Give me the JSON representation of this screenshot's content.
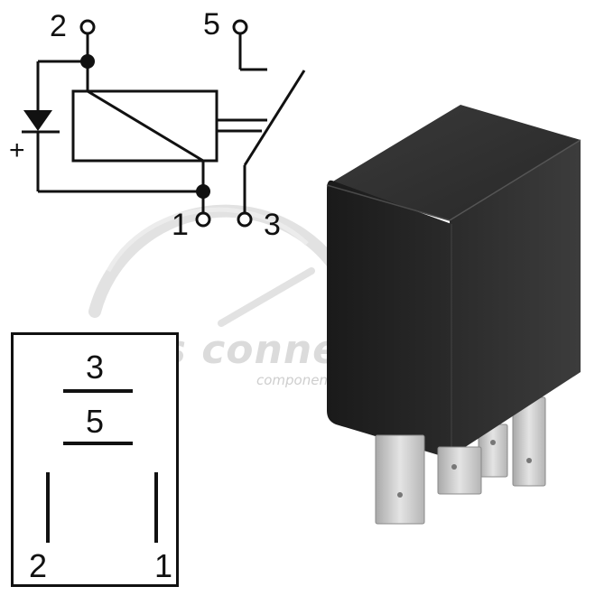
{
  "schematic": {
    "pins": {
      "pin2": "2",
      "pin5": "5",
      "pin1": "1",
      "pin3": "3"
    },
    "polarity": "+"
  },
  "footprint": {
    "top_label": "3",
    "middle_label": "5",
    "bottom_left_label": "2",
    "bottom_right_label": "1"
  },
  "watermark": {
    "brand": "mes connettori",
    "tagline": "componenti per il cablaggio"
  },
  "colors": {
    "relay_body": "#1e1e1e",
    "terminal": "#c9c9c9",
    "line": "#111111"
  }
}
